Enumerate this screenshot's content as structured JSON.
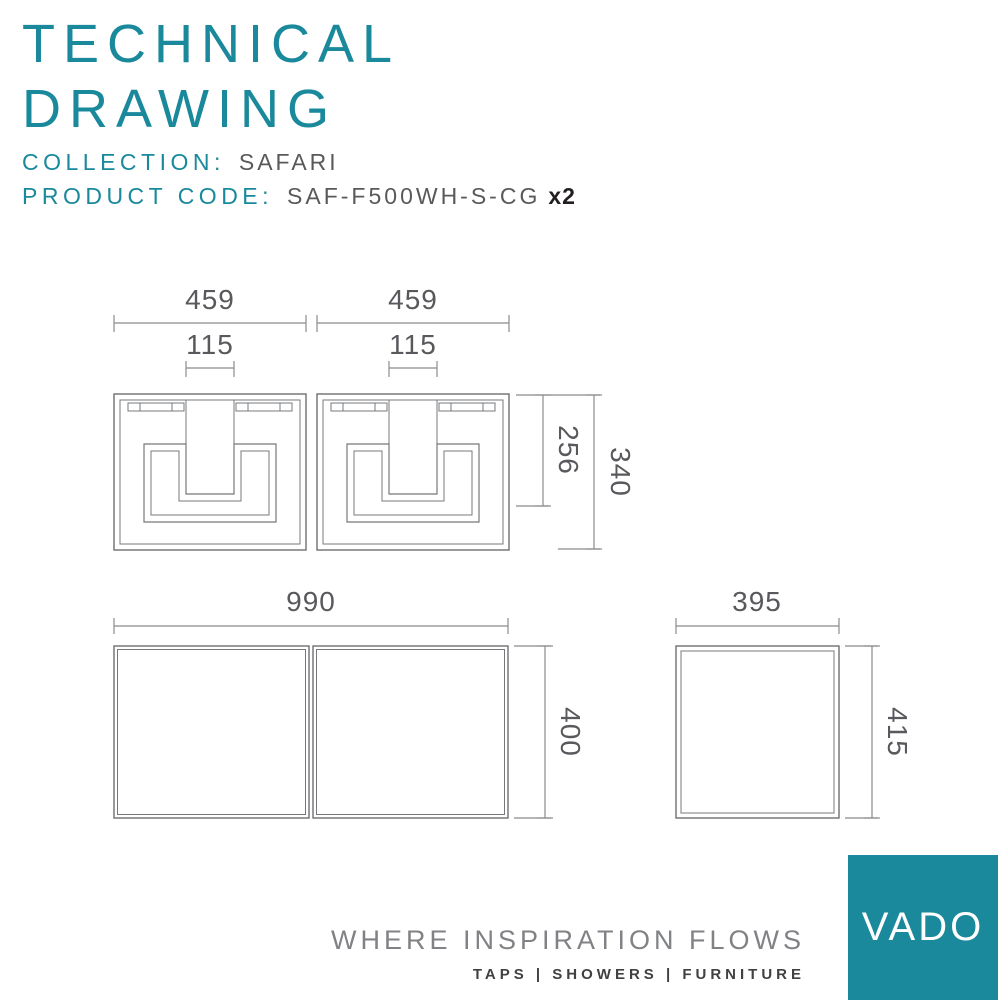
{
  "header": {
    "title_line1": "TECHNICAL",
    "title_line2": "DRAWING",
    "collection_label": "COLLECTION:",
    "collection_value": "SAFARI",
    "product_label": "PRODUCT CODE:",
    "product_value": "SAF-F500WH-S-CG",
    "product_qty": "x2"
  },
  "dims": {
    "top": {
      "unit1_width": "459",
      "unit2_width": "459",
      "unit1_channel": "115",
      "unit2_channel": "115",
      "inner_depth": "256",
      "total_depth": "340"
    },
    "front": {
      "width": "990",
      "height": "400"
    },
    "side": {
      "depth": "395",
      "height": "415"
    }
  },
  "footer": {
    "tagline": "WHERE INSPIRATION FLOWS",
    "categories": "TAPS  |  SHOWERS  |  FURNITURE",
    "logo_text": "VADO"
  },
  "colors": {
    "teal": "#19899b",
    "text_gray": "#58595b",
    "line_gray": "#77787b"
  }
}
